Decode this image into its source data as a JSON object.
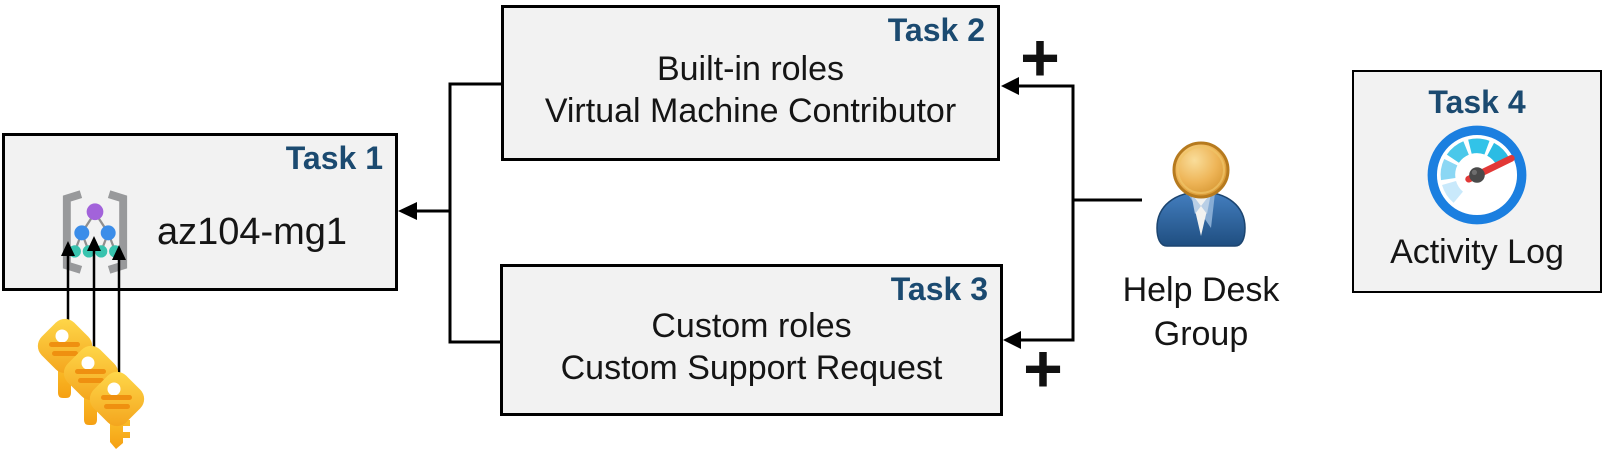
{
  "boxes": {
    "task1": {
      "label": "Task 1",
      "title": "az104-mg1"
    },
    "task2": {
      "label": "Task 2",
      "lines": [
        "Built-in roles",
        "Virtual Machine Contributor"
      ]
    },
    "task3": {
      "label": "Task 3",
      "lines": [
        "Custom roles",
        "Custom Support Request"
      ]
    },
    "task4": {
      "label": "Task 4",
      "caption": "Activity Log"
    }
  },
  "actor": {
    "line1": "Help Desk",
    "line2": "Group"
  },
  "plus": "+",
  "icons": {
    "management_group": "management-group-icon",
    "keys": "keys-icon",
    "user": "user-group-icon",
    "activity_log": "activity-log-gauge-icon"
  },
  "colors": {
    "box_fill": "#f2f2f2",
    "box_border": "#000000",
    "task_label": "#1b4a70",
    "body_text": "#151515",
    "connector": "#000000",
    "key_gold_light": "#ffdb4d",
    "key_gold_dark": "#f3a11a",
    "key_accent": "#ef9010",
    "mg_bracket": "#98999b",
    "mg_node_top": "#a263da",
    "mg_node_mid": "#3b8de9",
    "mg_node_bottom": "#38c3ae",
    "user_head": "#e5a93f",
    "user_body": "#2f6cb0",
    "gauge_ring": "#1b7fe0",
    "gauge_needle": "#e23836",
    "gauge_hub": "#4a4a4a"
  }
}
